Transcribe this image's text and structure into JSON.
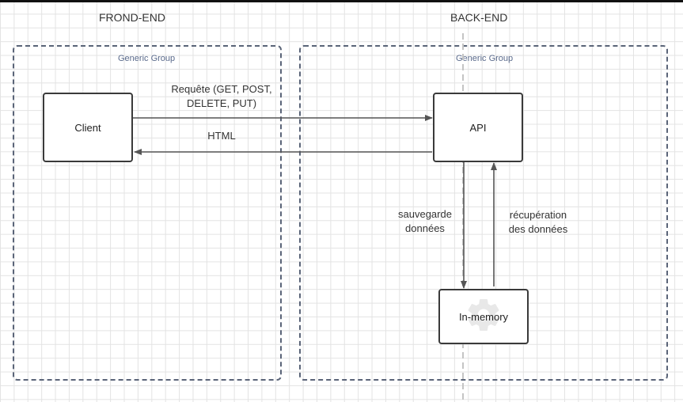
{
  "sections": {
    "frontend": "FROND-END",
    "backend": "BACK-END"
  },
  "groups": {
    "frontend": {
      "label": "Generic Group"
    },
    "backend": {
      "label": "Generic Group"
    }
  },
  "nodes": {
    "client": "Client",
    "api": "API",
    "inmemory": "In-memory"
  },
  "edges": {
    "request_line1": "Requête (GET, POST,",
    "request_line2": "DELETE, PUT)",
    "html": "HTML",
    "save_line1": "sauvegarde",
    "save_line2": "données",
    "retrieve_line1": "récupération",
    "retrieve_line2": "des données"
  },
  "icons": {
    "inmemory": "gear-icon"
  },
  "colors": {
    "group_border": "#5a6478",
    "group_label": "#5b6b8c",
    "node_border": "#3a3a3a",
    "arrow": "#555555"
  }
}
